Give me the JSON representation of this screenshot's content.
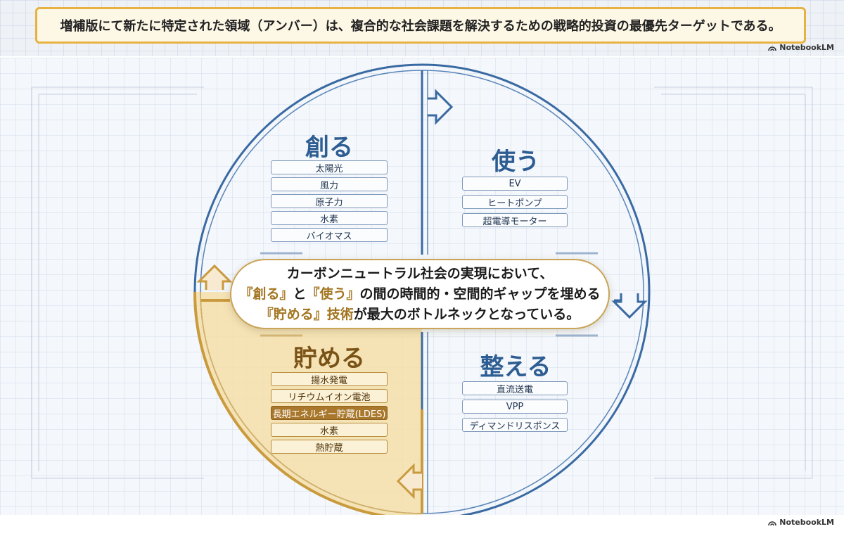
{
  "caption": "増補版にて新たに特定された領域（アンバー）は、複合的な社会課題を解決するための戦略的投資の最優先ターゲットである。",
  "watermark": "NotebookLM",
  "colors": {
    "blue": "#2d5d92",
    "gold": "#c99a3e",
    "highlight": "#a9782c"
  },
  "quadrants": {
    "create": {
      "title": "創る",
      "items": [
        "太陽光",
        "風力",
        "原子力",
        "水素",
        "バイオマス"
      ]
    },
    "use": {
      "title": "使う",
      "items": [
        "EV",
        "ヒートポンプ",
        "超電導モーター"
      ]
    },
    "store": {
      "title": "貯める",
      "items": [
        "揚水発電",
        "リチウムイオン電池",
        "長期エネルギー貯蔵(LDES)",
        "水素",
        "熱貯蔵"
      ],
      "highlighted_item": "長期エネルギー貯蔵(LDES)"
    },
    "adjust": {
      "title": "整える",
      "items": [
        "直流送電",
        "VPP",
        "ディマンドリスポンス"
      ]
    }
  },
  "center": {
    "line1": "カーボンニュートラル社会の実現において、",
    "line2_q1": "『創る』",
    "line2_mid1": "と",
    "line2_q2": "『使う』",
    "line2_rest": "の間の時間的・空間的ギャップを埋める",
    "line3_q": "『貯める』技術",
    "line3_rest": "が最大のボトルネックとなっている。"
  }
}
